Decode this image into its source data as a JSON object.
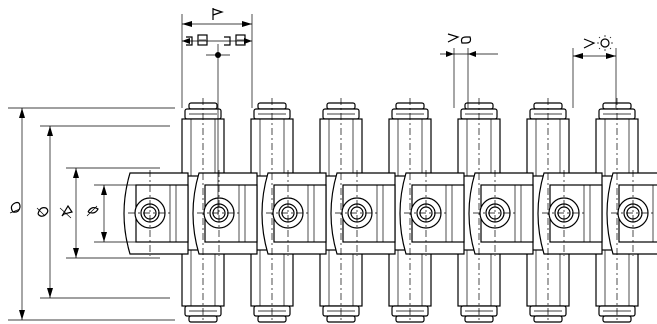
{
  "drawing": {
    "name": "roller-chain-dimension-drawing",
    "link_count": 8,
    "roller_count": 7
  },
  "dimensions": {
    "pitch": {
      "symbol": "pitch-symbol"
    },
    "inner_width": {
      "symbol": "inner-width-symbol"
    },
    "pin_diameter": {
      "symbol": "pin-diameter-symbol"
    },
    "overall_width": {
      "symbol": "overall-width-symbol"
    },
    "pin_length": {
      "symbol": "pin-length-symbol"
    },
    "plate_length": {
      "symbol": "plate-length-symbol"
    },
    "roller_width": {
      "symbol": "roller-width-symbol"
    },
    "bushing_width": {
      "symbol": "bushing-width-symbol"
    }
  }
}
